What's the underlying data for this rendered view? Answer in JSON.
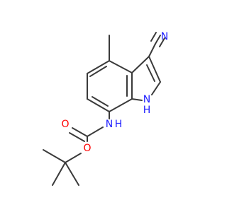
{
  "molecule": {
    "atoms": {
      "nitrile_n": {
        "label": "N",
        "color": "#2020ff"
      },
      "amide_n": {
        "label": "N",
        "color": "#2020ff"
      },
      "amide_h": {
        "label": "H",
        "color": "#2020ff"
      },
      "indole_n": {
        "label": "N",
        "color": "#2020ff"
      },
      "indole_h": {
        "label": "H",
        "color": "#2020ff"
      },
      "carbonyl_o": {
        "label": "O",
        "color": "#ff0000"
      },
      "ester_o": {
        "label": "O",
        "color": "#ff0000"
      }
    },
    "colors": {
      "bond": "#3a3a3a",
      "nitrogen": "#2020ff",
      "oxygen": "#ff0000",
      "background": "#ffffff"
    }
  }
}
